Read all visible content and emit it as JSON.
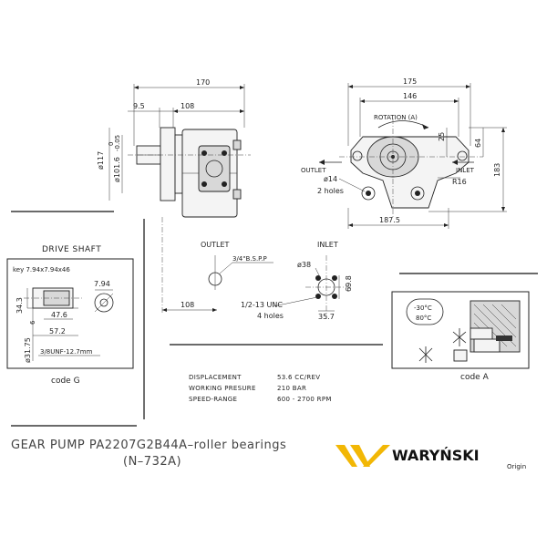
{
  "dimensions": {
    "top_170": "170",
    "top_108": "108",
    "top_9_5": "9.5",
    "d117": "ø117",
    "d101": "ø101.6",
    "tol_0": "0",
    "tol_neg": "-0.05",
    "d175": "175",
    "d146": "146",
    "d25": "25",
    "d64": "64",
    "d183": "183",
    "d187_5": "187.5",
    "r16": "R16",
    "d14": "ø14",
    "holes2": "2 holes",
    "rotation": "ROTATION (A)",
    "outlet_small": "OUTLET",
    "inlet_small": "INLET",
    "bottom_108": "108"
  },
  "ports": {
    "outlet_title": "OUTLET",
    "inlet_title": "INLET",
    "bspp": "3/4\"B.S.P.P",
    "d38": "ø38",
    "d69_8": "69.8",
    "d35_7": "35.7",
    "unc": "1/2-13 UNC",
    "holes4": "4 holes"
  },
  "drive_shaft": {
    "title": "DRIVE SHAFT",
    "key": "key 7.94x7.94x46",
    "d7_94": "7.94",
    "d34_3": "34.3",
    "d47_6": "47.6",
    "d57_2": "57.2",
    "d31_75": "ø31.75",
    "d6": "6",
    "thread": "3/8UNF-12.7mm",
    "code": "code G"
  },
  "code_a": {
    "temp_low": "-30°C",
    "temp_high": "80°C",
    "code": "code A"
  },
  "specs": [
    {
      "label": "DISPLACEMENT",
      "value": "53.6  CC/REV"
    },
    {
      "label": "WORKING PRESURE",
      "value": "210  BAR"
    },
    {
      "label": "SPEED-RANGE",
      "value": "600  -  2700   RPM"
    }
  ],
  "title": {
    "line1": "GEAR PUMP PA2207G2B44A–roller bearings",
    "line2": "(N–732A)"
  },
  "brand": {
    "name": "WARYŃSKI",
    "tagline": "Origin",
    "logo_color": "#f2b705",
    "text_color": "#111111"
  }
}
